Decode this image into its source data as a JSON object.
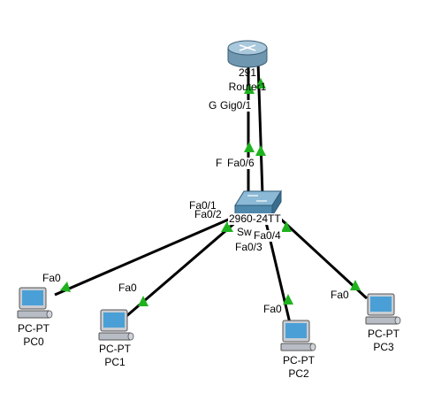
{
  "diagram": {
    "router": {
      "hostname_partial": "291",
      "name": "Router1",
      "port_overlap": "G",
      "port": "Gig0/1"
    },
    "switch": {
      "model": "2960-24TT",
      "name_partial": "Sw",
      "ports": {
        "uplink_overlap": "F",
        "uplink": "Fa0/6",
        "p1_partial": "Fa0/1",
        "p2": "Fa0/2",
        "p3": "Fa0/3",
        "p4": "Fa0/4"
      }
    },
    "pcs": [
      {
        "model": "PC-PT",
        "name": "PC0",
        "port": "Fa0"
      },
      {
        "model": "PC-PT",
        "name": "PC1",
        "port": "Fa0"
      },
      {
        "model": "PC-PT",
        "name": "PC2",
        "port": "Fa0"
      },
      {
        "model": "PC-PT",
        "name": "PC3",
        "port": "Fa0"
      }
    ],
    "colors": {
      "link": "#000000",
      "link_up": "#1fb21f",
      "router_body": "#8db4cc",
      "switch_body": "#5c96b8",
      "pc_screen": "#4aa0d6",
      "pc_body": "#c8ccd2"
    }
  }
}
